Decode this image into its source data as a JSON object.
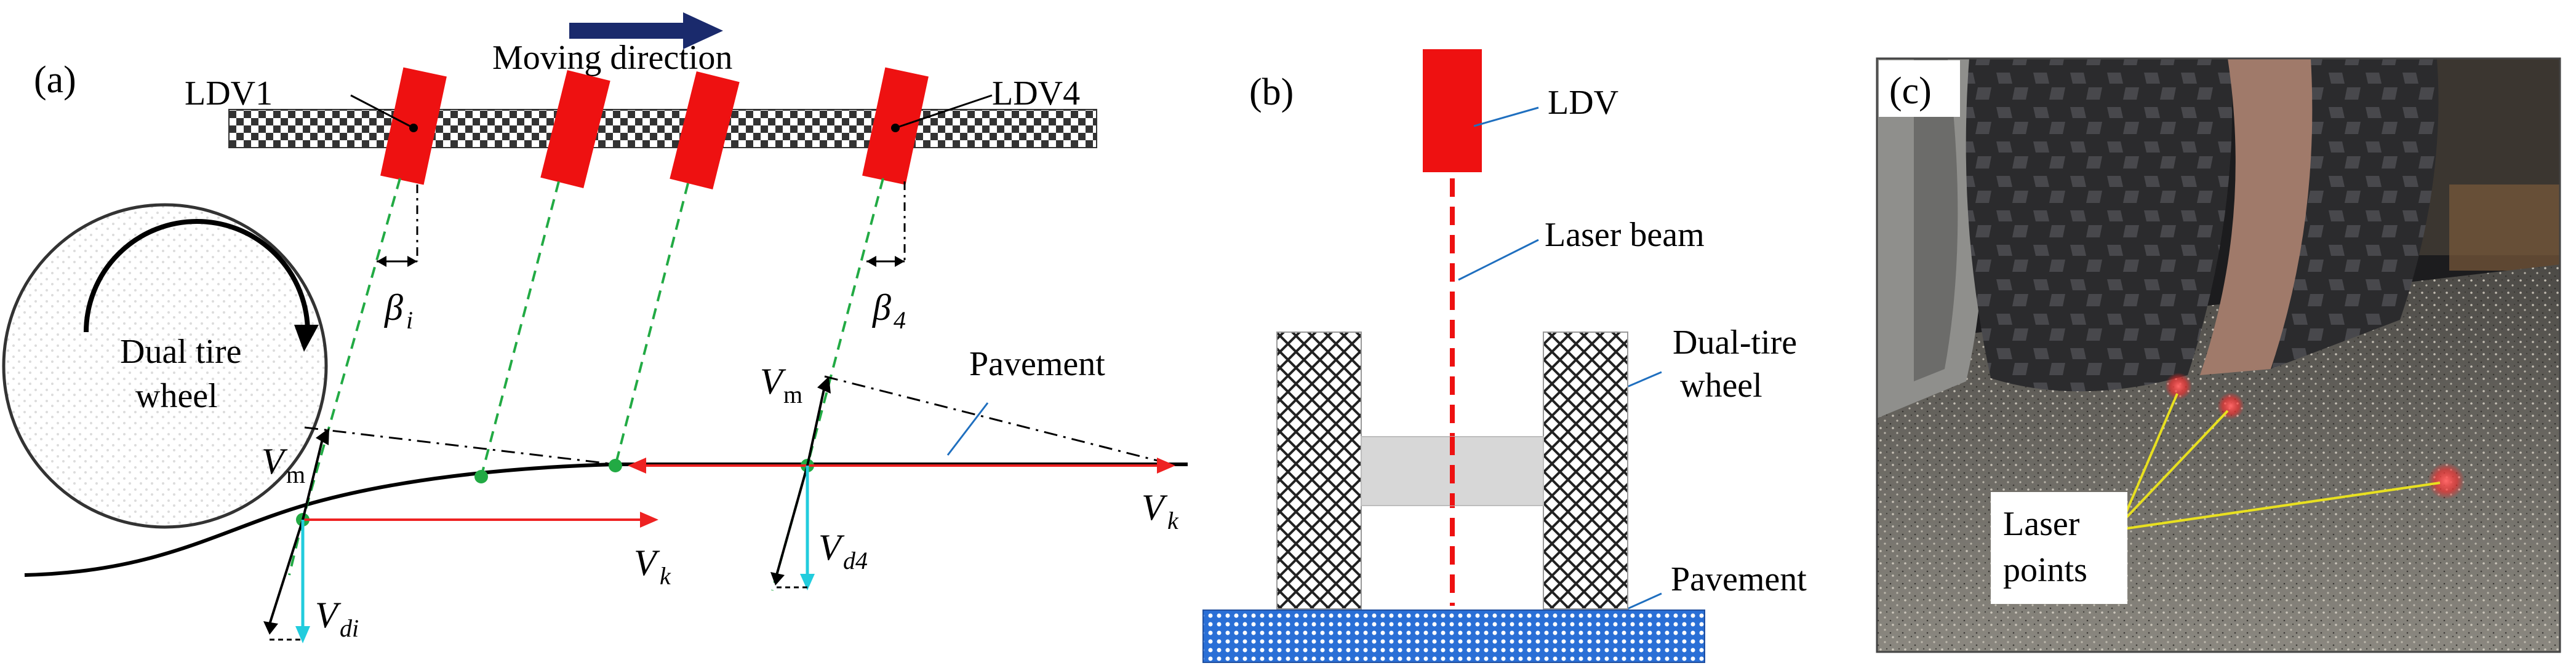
{
  "panel_a": {
    "panel_label": "(a)",
    "moving_direction": "Moving direction",
    "ldv1_label": "LDV1",
    "ldv4_label": "LDV4",
    "beta_i": {
      "symbol": "β",
      "sub": "i"
    },
    "beta_4": {
      "symbol": "β",
      "sub": "4"
    },
    "wheel_label_line1": "Dual tire",
    "wheel_label_line2": "wheel",
    "pavement_label": "Pavement",
    "vm_1": {
      "symbol": "V",
      "sub": "m"
    },
    "vm_2": {
      "symbol": "V",
      "sub": "m"
    },
    "vk_1": {
      "symbol": "V",
      "sub": "k"
    },
    "vk_2": {
      "symbol": "V",
      "sub": "k"
    },
    "vdi": {
      "symbol": "V",
      "sub": "di"
    },
    "vd4": {
      "symbol": "V",
      "sub": "d4"
    }
  },
  "panel_b": {
    "panel_label": "(b)",
    "ldv_label": "LDV",
    "laser_beam_label": "Laser beam",
    "wheel_label_line1": "Dual-tire",
    "wheel_label_line2": "wheel",
    "pavement_label": "Pavement"
  },
  "panel_c": {
    "panel_label": "(c)",
    "laser_points_line1": "Laser",
    "laser_points_line2": "points"
  },
  "colors": {
    "ldv_red": "#ee1111",
    "beam_green": "#22aa44",
    "velocity_red": "#ee2222",
    "velocity_cyan": "#22ccdd",
    "arrow_navy": "#1a2a6c",
    "leader_blue": "#1f6fbf",
    "pavement_blue": "#2a6fd6",
    "laser_yellow": "#e8e020"
  }
}
